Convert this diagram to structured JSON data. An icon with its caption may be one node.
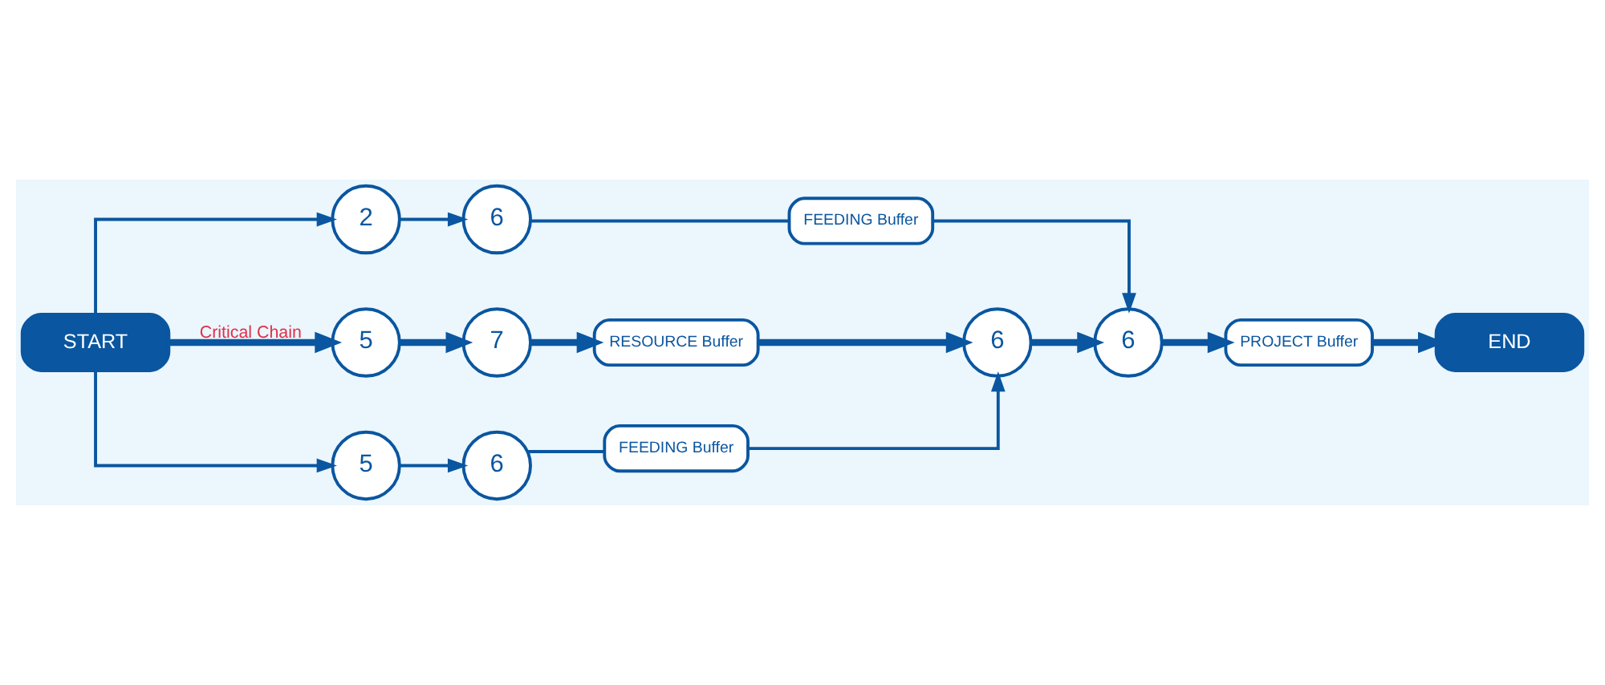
{
  "diagram": {
    "nodes": [
      {
        "text": [
          "START"
        ]
      },
      {
        "text": [
          "2"
        ]
      },
      {
        "text": [
          "6"
        ]
      },
      {
        "text": [
          "FEEDING Buffer"
        ]
      },
      {
        "text": [
          "5"
        ]
      },
      {
        "text": [
          "7"
        ]
      },
      {
        "text": [
          "RESOURCE Buffer"
        ]
      },
      {
        "text": [
          "6"
        ]
      },
      {
        "text": [
          "6"
        ]
      },
      {
        "text": [
          "PROJECT Buffer"
        ]
      },
      {
        "text": [
          "END"
        ]
      },
      {
        "text": [
          "5"
        ]
      },
      {
        "text": [
          "6"
        ]
      },
      {
        "text": [
          "FEEDING Buffer"
        ]
      }
    ],
    "edges": [
      {
        "from": 0,
        "to": 1,
        "arrow": "to"
      },
      {
        "from": 1,
        "to": 2,
        "arrow": "to"
      },
      {
        "from": 2,
        "to": 3,
        "arrow": "none"
      },
      {
        "from": 3,
        "to": 8,
        "arrow": "to"
      },
      {
        "from": 0,
        "to": 4,
        "arrow": "to",
        "label": "Critical Chain",
        "style": "thick"
      },
      {
        "from": 4,
        "to": 5,
        "arrow": "to",
        "style": "thick"
      },
      {
        "from": 5,
        "to": 6,
        "arrow": "to",
        "style": "thick"
      },
      {
        "from": 6,
        "to": 7,
        "arrow": "to",
        "style": "thick"
      },
      {
        "from": 7,
        "to": 8,
        "arrow": "to",
        "style": "thick"
      },
      {
        "from": 8,
        "to": 9,
        "arrow": "to",
        "style": "thick"
      },
      {
        "from": 9,
        "to": 10,
        "arrow": "to",
        "style": "thick"
      },
      {
        "from": 0,
        "to": 11,
        "arrow": "to"
      },
      {
        "from": 11,
        "to": 12,
        "arrow": "to"
      },
      {
        "from": 12,
        "to": 13,
        "arrow": "none"
      },
      {
        "from": 13,
        "to": 7,
        "arrow": "to"
      }
    ]
  }
}
